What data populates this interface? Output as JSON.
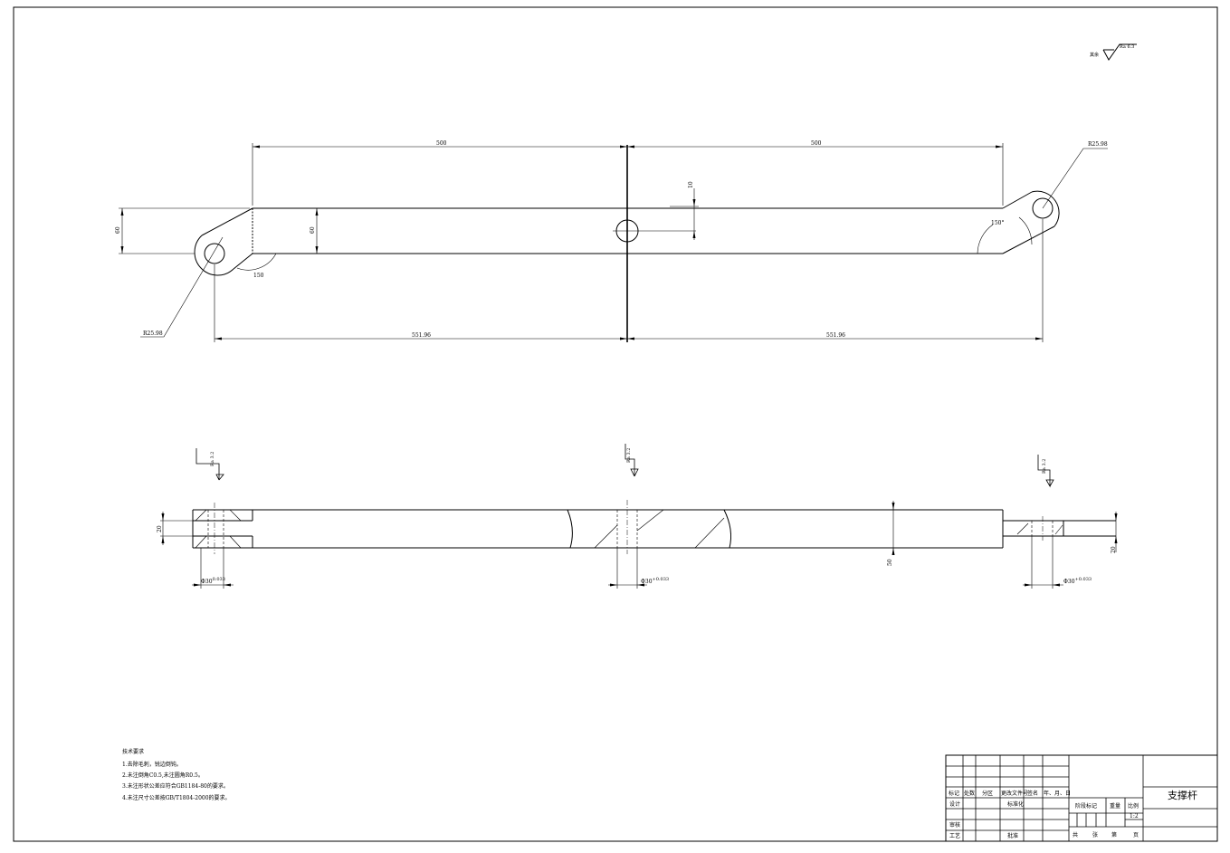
{
  "surface_finish_note": {
    "prefix": "其余",
    "value": "Ra 6.3"
  },
  "top_view": {
    "dim_half_left": "500",
    "dim_half_right": "500",
    "dim_radius_right": "R25.98",
    "dim_radius_left": "R25.98",
    "dim_height_outer": "60",
    "dim_height_inner": "60",
    "dim_offset": "10",
    "dim_angle_right": "150°",
    "dim_angle_left": "150",
    "dim_span_left": "551.96",
    "dim_span_right": "551.96"
  },
  "side_view": {
    "roughness_left": "Ra 3.2",
    "roughness_center": "Ra 3.2",
    "roughness_right": "Ra 3.2",
    "dim_slot_left": "20",
    "dim_slot_right": "20",
    "dim_thickness": "50",
    "hole_left": {
      "base": "Φ30",
      "tol": "0.033"
    },
    "hole_center": {
      "base": "Φ30",
      "tol": "+0.033"
    },
    "hole_right": {
      "base": "Φ30",
      "tol": "+0.033"
    }
  },
  "technical_requirements": {
    "heading": "技术要求",
    "items": [
      "1.去除毛刺，锐边倒钝。",
      "2.未注倒角C0.5,未注圆角R0.5。",
      "3.未注形状公差应符合GB1184-80的要求。",
      "4.未注尺寸公差按GB/T1804-2000的要求。"
    ]
  },
  "title_block": {
    "part_name": "支撑杆",
    "col_mark": "标记",
    "col_count": "处数",
    "col_zone": "分区",
    "col_change_doc": "更改文件号",
    "col_sign": "签名",
    "col_date": "年、月、日",
    "designer": "设计",
    "standardization": "标准化",
    "reviewer": "审核",
    "process": "工艺",
    "approve": "批准",
    "stage_mark": "阶段标记",
    "weight": "重量",
    "scale_label": "比例",
    "scale_value": "1:2",
    "total_label": "共",
    "sheet_unit": "张",
    "page_label": "第",
    "page_unit": "页"
  }
}
